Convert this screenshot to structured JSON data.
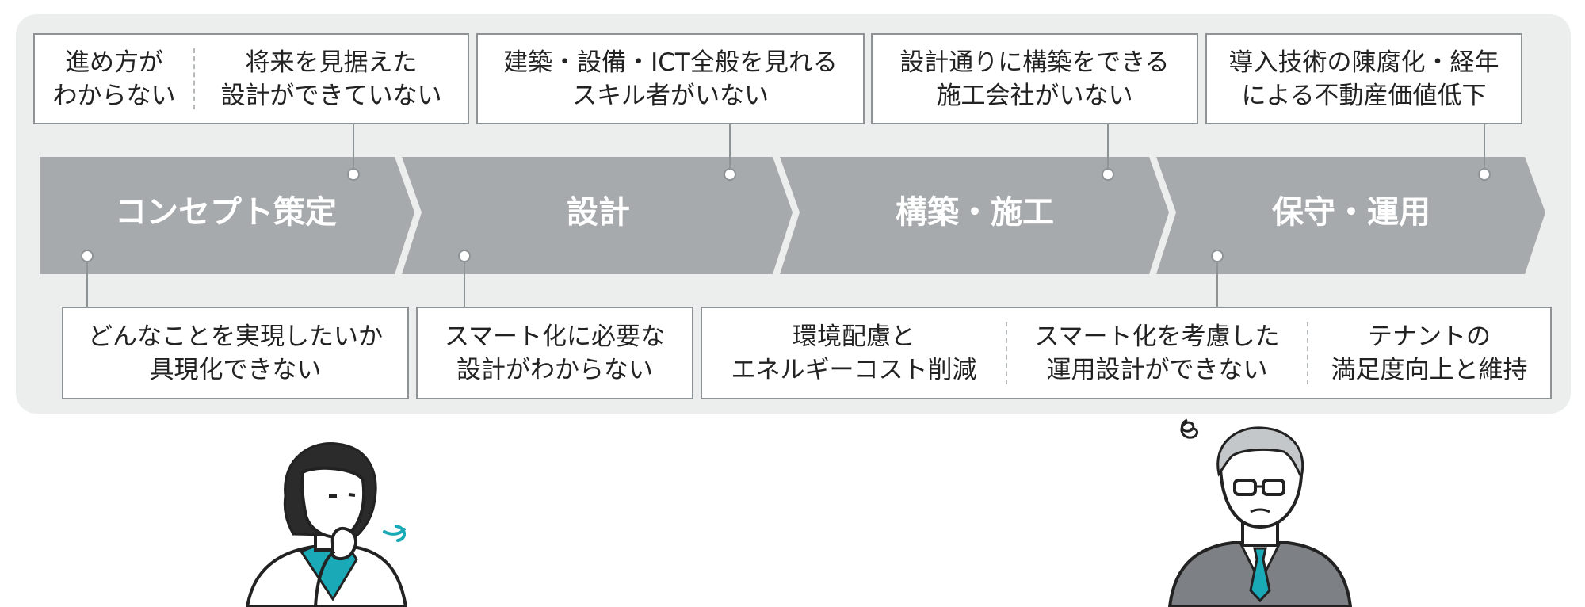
{
  "stages": [
    {
      "label": "コンセプト策定"
    },
    {
      "label": "設計"
    },
    {
      "label": "構築・施工"
    },
    {
      "label": "保守・運用"
    }
  ],
  "top_issues": [
    {
      "cells": [
        "進め方が\nわからない",
        "将来を見据えた\n設計ができていない"
      ]
    },
    {
      "cells": [
        "建築・設備・ICT全般を見れる\nスキル者がいない"
      ]
    },
    {
      "cells": [
        "設計通りに構築をできる\n施工会社がいない"
      ]
    },
    {
      "cells": [
        "導入技術の陳腐化・経年\nによる不動産価値低下"
      ]
    }
  ],
  "bottom_issues": [
    {
      "cells": [
        "どんなことを実現したいか\n具現化できない"
      ]
    },
    {
      "cells": [
        "スマート化に必要な\n設計がわからない"
      ]
    },
    {
      "cells": [
        "環境配慮と\nエネルギーコスト削減",
        "スマート化を考慮した\n運用設計ができない",
        "テナントの\n満足度向上と維持"
      ]
    }
  ],
  "colors": {
    "panel": "#eceeee",
    "arrow": "#a6aaad",
    "border": "#8e9396",
    "accent": "#1aa9b6"
  },
  "illustrations": [
    {
      "name": "thinking-woman-illustration"
    },
    {
      "name": "confused-man-illustration"
    }
  ]
}
